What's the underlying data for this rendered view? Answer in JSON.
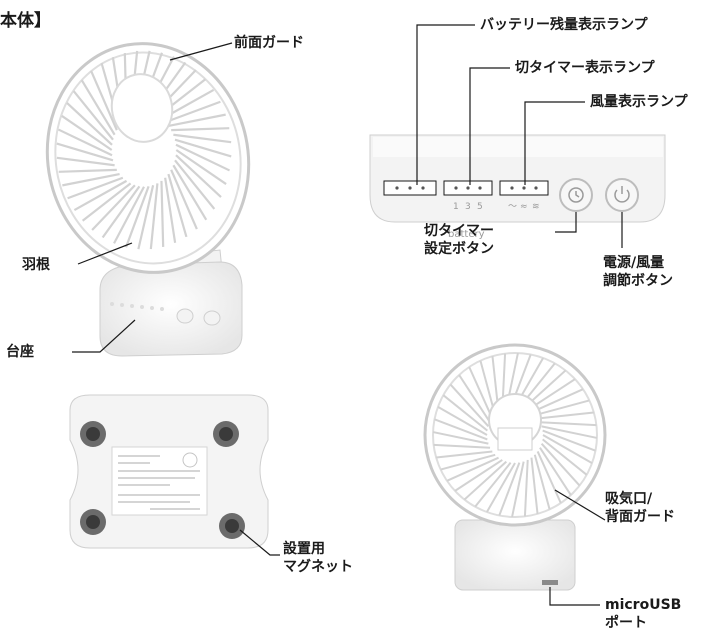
{
  "title": "本体】",
  "callouts": {
    "front_guard": "前面ガード",
    "blades": "羽根",
    "base": "台座",
    "battery_lamp": "バッテリー残量表示ランプ",
    "timer_lamp": "切タイマー表示ランプ",
    "wind_lamp": "風量表示ランプ",
    "timer_button": "切タイマー\n設定ボタン",
    "power_button": "電源/風量\n調節ボタン",
    "intake": "吸気口/\n背面ガード",
    "usb_port": "microUSB\nポート",
    "magnet": "設置用\nマグネット"
  },
  "panel": {
    "battery_caption": "battery",
    "timer_marks": [
      "1",
      "3",
      "5"
    ],
    "wind_marks": [
      "〜",
      "≈",
      "≋"
    ]
  }
}
